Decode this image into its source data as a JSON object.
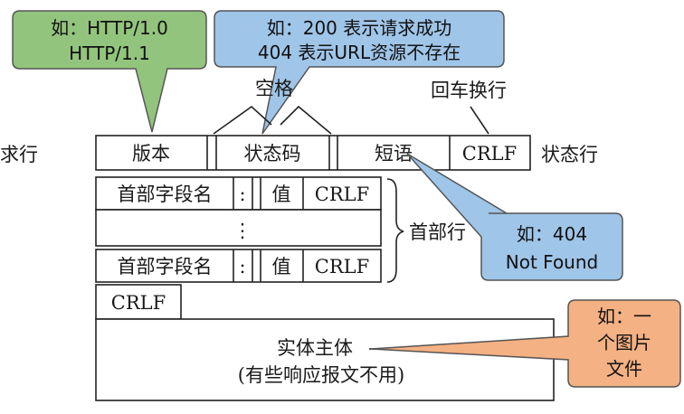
{
  "callouts": {
    "version_line1": "如：HTTP/1.0",
    "version_line2": "HTTP/1.1",
    "status_line1": "如：200 表示请求成功",
    "status_line2": "404 表示URL资源不存在",
    "phrase_line1": "如：404",
    "phrase_line2": "Not Found",
    "entity_line1": "如：一",
    "entity_line2": "个图片",
    "entity_line3": "文件"
  },
  "labels": {
    "space": "空格",
    "crlf_top": "回车换行",
    "request_line_partial": "求行",
    "status_line": "状态行",
    "header_lines": "首部行"
  },
  "status_row": {
    "version": "版本",
    "status_code": "状态码",
    "phrase": "短语",
    "crlf": "CRLF"
  },
  "header_rows": [
    {
      "field": "首部字段名",
      "colon": ":",
      "value": "值",
      "crlf": "CRLF"
    },
    {
      "field": "首部字段名",
      "colon": ":",
      "value": "值",
      "crlf": "CRLF"
    }
  ],
  "ellipsis": "⋮",
  "blank_line_crlf": "CRLF",
  "entity_body": {
    "title": "实体主体",
    "note": "(有些响应报文不用)"
  },
  "colors": {
    "green_fill": "#93c47d",
    "blue_fill": "#9fc5e8",
    "orange_fill": "#f4b183",
    "callout_stroke": "#555555"
  }
}
